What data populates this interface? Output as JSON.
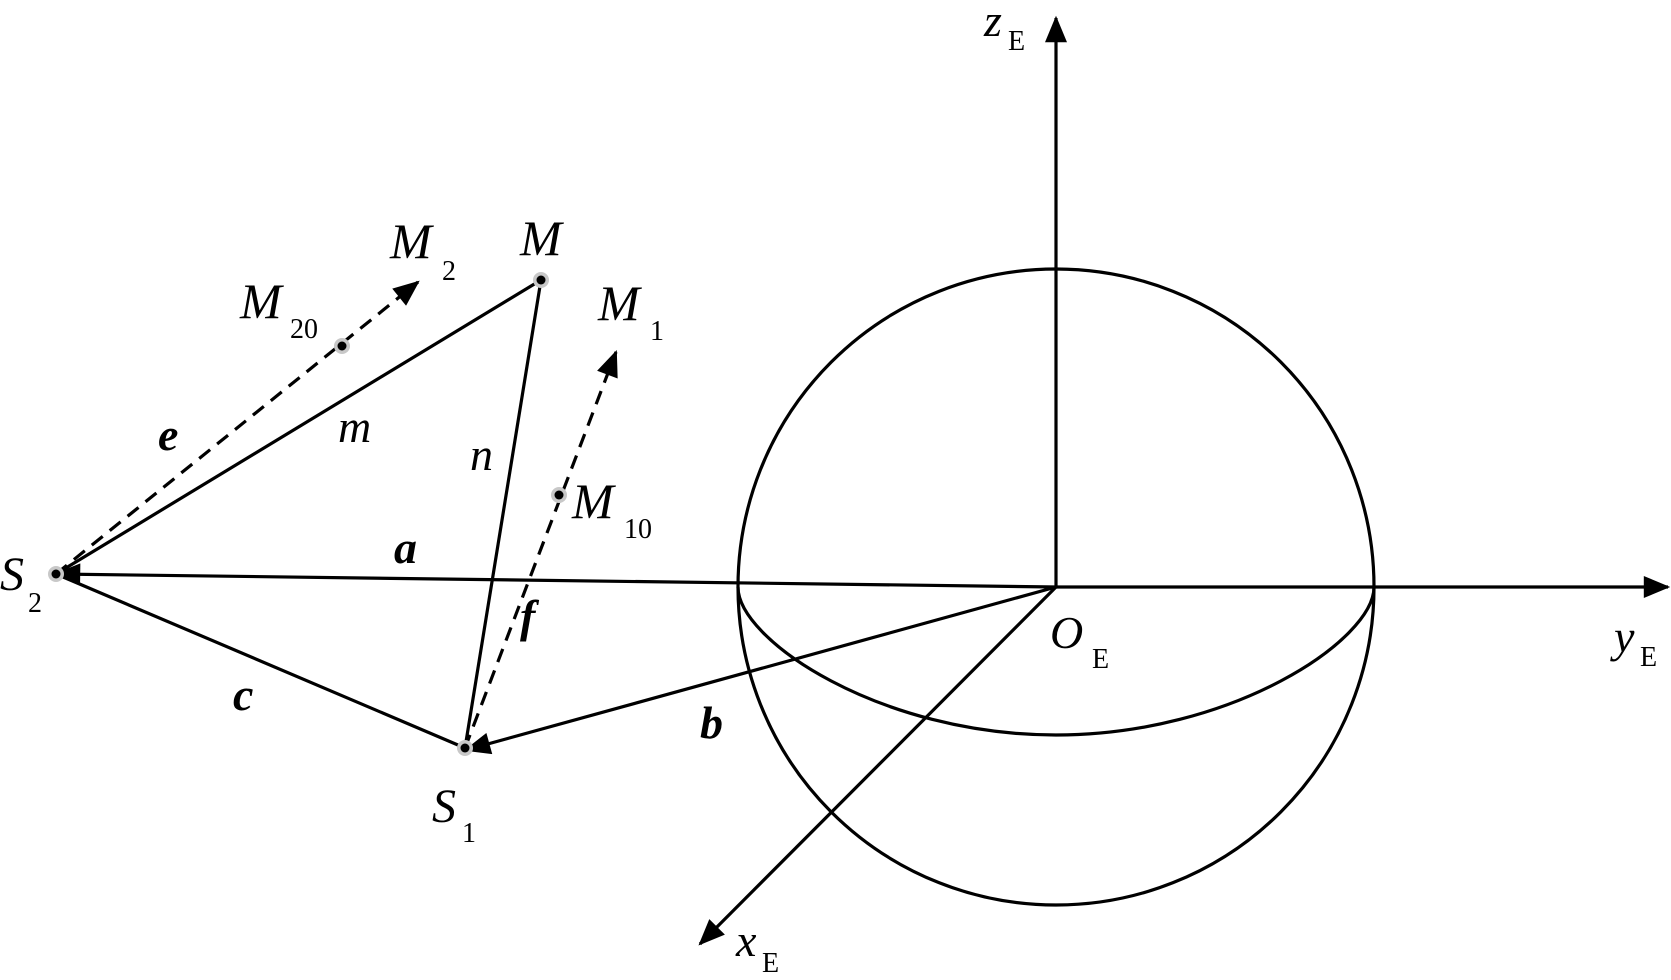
{
  "axes": {
    "z": {
      "main": "z",
      "sub": "E"
    },
    "y": {
      "main": "y",
      "sub": "E"
    },
    "x": {
      "main": "x",
      "sub": "E"
    },
    "origin": {
      "main": "O",
      "sub": "E"
    }
  },
  "points": {
    "S1": {
      "main": "S",
      "sub": "1"
    },
    "S2": {
      "main": "S",
      "sub": "2"
    },
    "M": {
      "main": "M",
      "sub": ""
    },
    "M1": {
      "main": "M",
      "sub": "1"
    },
    "M2": {
      "main": "M",
      "sub": "2"
    },
    "M10": {
      "main": "M",
      "sub": "10"
    },
    "M20": {
      "main": "M",
      "sub": "20"
    }
  },
  "vectors": {
    "a": "a",
    "b": "b",
    "c": "c",
    "e": "e",
    "f": "f"
  },
  "distances": {
    "m": "m",
    "n": "n"
  },
  "colors": {
    "line": "#000000",
    "point_halo": "#c8c8c8",
    "background": "#ffffff"
  }
}
